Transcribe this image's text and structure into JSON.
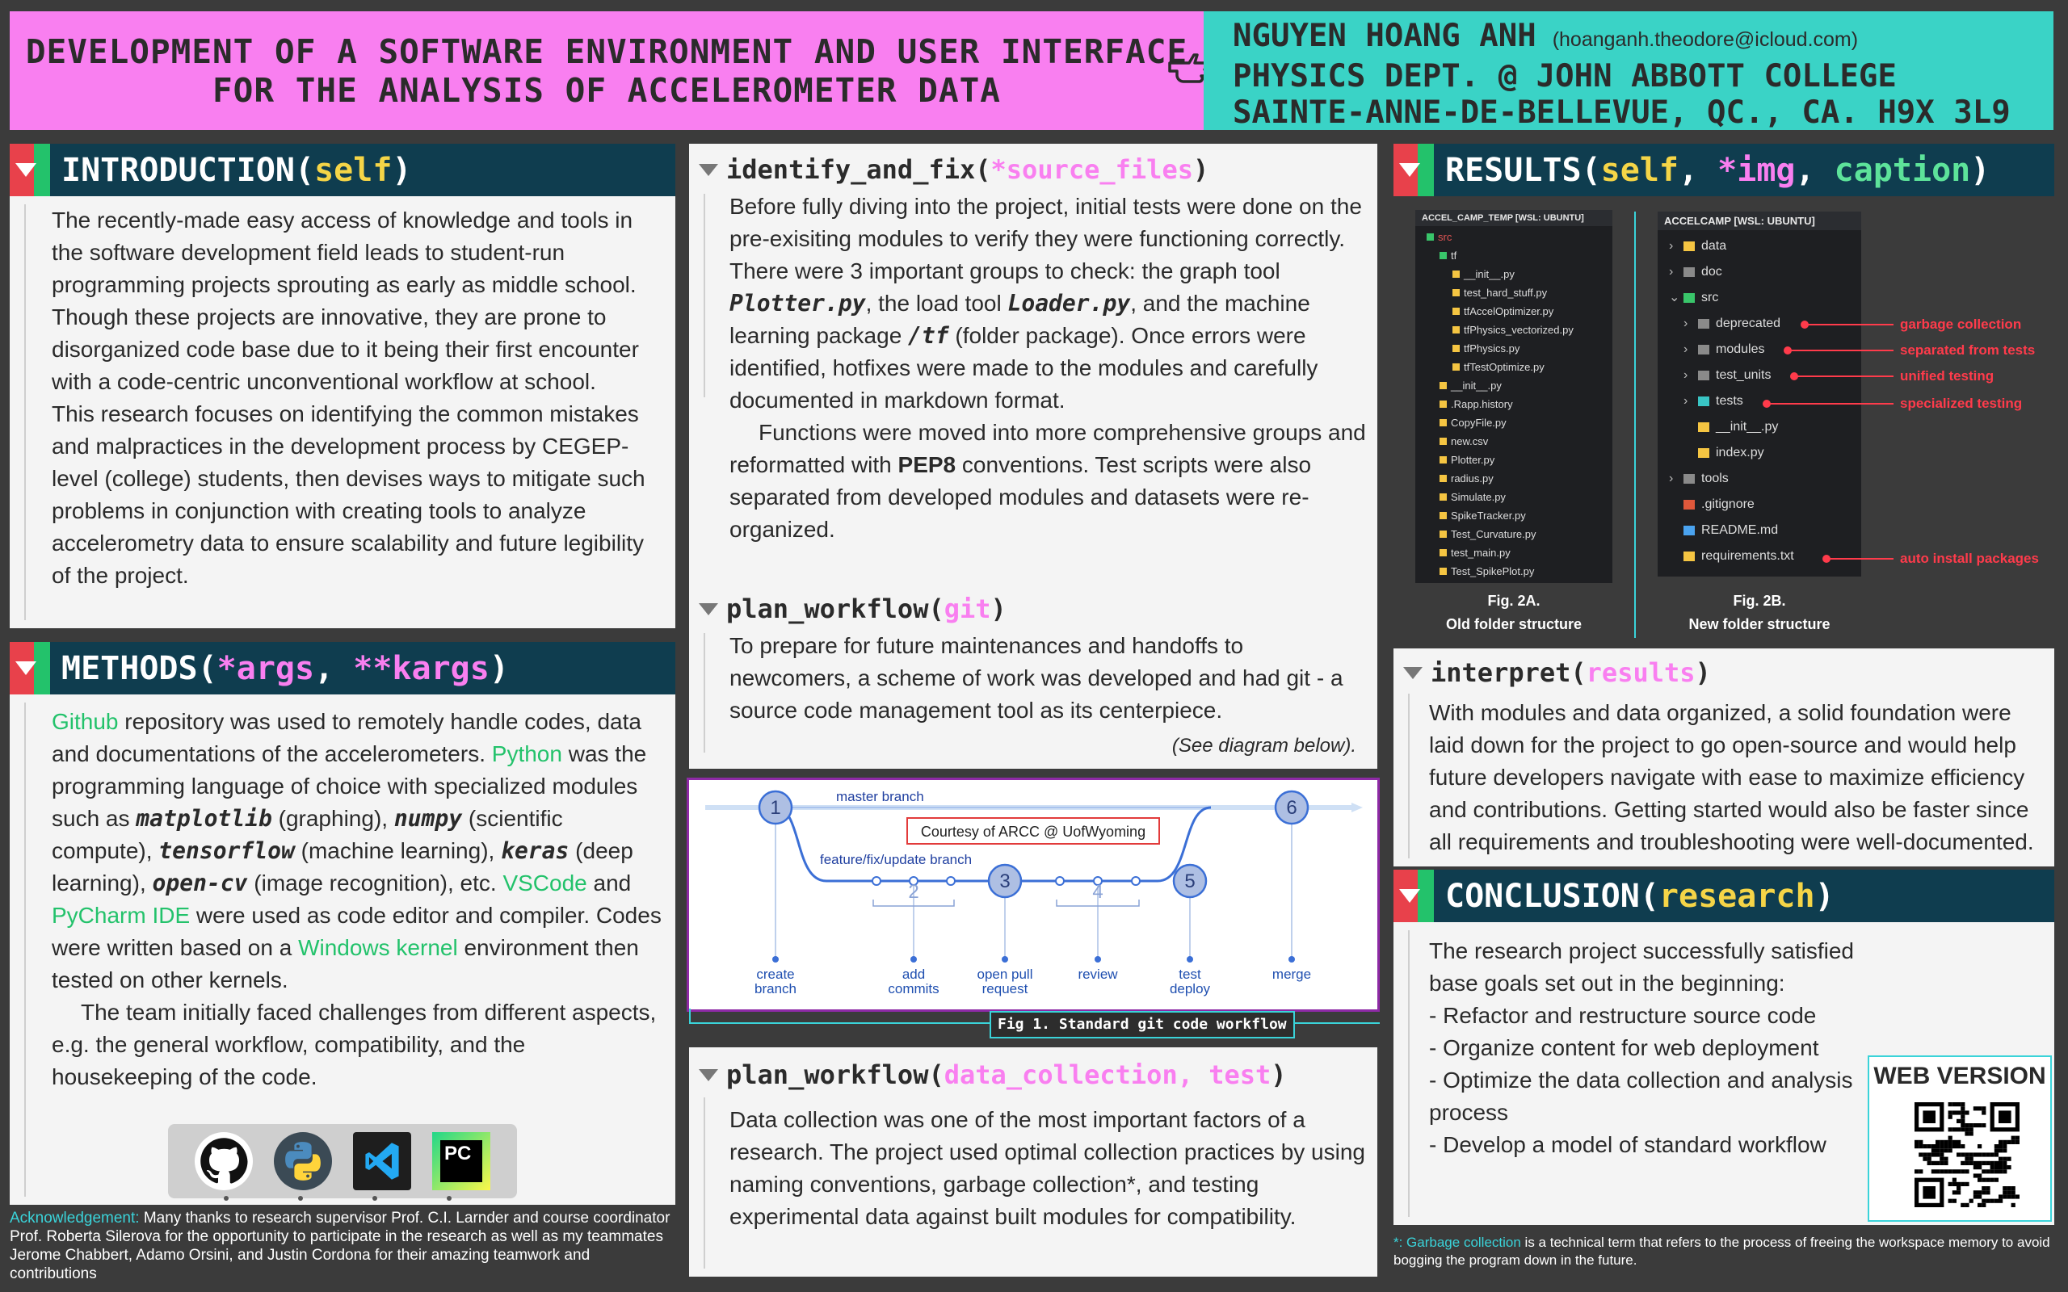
{
  "header": {
    "title_line1": "DEVELOPMENT OF A SOFTWARE ENVIRONMENT AND USER INTERFACE",
    "title_line2": "FOR THE ANALYSIS OF ACCELEROMETER DATA",
    "hand_icon": "pointing-hand-icon",
    "author": "NGUYEN HOANG ANH",
    "email": "(hoanganh.theodore@icloud.com)",
    "dept": "PHYSICS DEPT. @ JOHN ABBOTT COLLEGE",
    "address": "SAINTE-ANNE-DE-BELLEVUE, QC., CA. H9X 3L9"
  },
  "intro": {
    "fn": "INTRODUCTION(",
    "arg": "self",
    "close": ")",
    "p1": "The recently-made easy access of knowledge and tools in the software development field leads to student-run programming projects sprouting as early as middle school. Though these projects are innovative, they are prone to disorganized code base due to it being their first encounter with a code-centric unconventional workflow at school.",
    "p2": "This research focuses on identifying the common mistakes and malpractices in the development process by CEGEP-level (college) students, then devises ways to mitigate such problems in conjunction with creating tools to analyze accelerometry data to ensure scalability and future legibility of the project."
  },
  "methods": {
    "fn": "METHODS(",
    "arg1": "*args",
    "sep": ", ",
    "arg2": "**kargs",
    "close": ")",
    "t_github": "Github",
    "t1": " repository was used to remotely handle codes, data and documentations of the accelerometers. ",
    "t_python": "Python",
    "t2": " was the programming language of choice with specialized modules such as ",
    "t_matplotlib": "matplotlib",
    "t3": " (graphing), ",
    "t_numpy": "numpy",
    "t4": " (scientific compute), ",
    "t_tensorflow": "tensorflow",
    "t5": " (machine learning), ",
    "t_keras": "keras",
    "t6": " (deep learning), ",
    "t_opencv": "open-cv",
    "t7": " (image recognition), etc. ",
    "t_vscode": "VSCode",
    "t8": " and ",
    "t_pycharm": "PyCharm IDE",
    "t9": " were used as code editor and compiler. Codes were written based on a ",
    "t_windows": "Windows kernel",
    "t10": " environment then tested on other kernels.",
    "p2": "The team initially faced challenges from different aspects, e.g. the general workflow, compatibility, and the housekeeping of the code.",
    "logos": [
      "github-icon",
      "python-icon",
      "vscode-icon",
      "pycharm-icon"
    ],
    "pycharm_text": "PC"
  },
  "ack": {
    "label": "Acknowledgement:",
    "text": " Many thanks to research supervisor Prof. C.I. Larnder and course coordinator Prof. Roberta Silerova for the opportunity to participate in the research as well as my teammates Jerome Chabbert, Adamo Orsini, and Justin Cordona for their amazing teamwork and contributions"
  },
  "identify": {
    "fn": "identify_and_fix(",
    "arg": "*source_files",
    "close": ")",
    "t1": "Before fully diving into the project, initial tests were done on the pre-exisiting modules to verify they were functioning correctly. There were 3 important groups to check: the graph tool ",
    "t_plotter": "Plotter.py",
    "t2": ", the load tool ",
    "t_loader": "Loader.py",
    "t3": ", and the machine learning package ",
    "t_tf": "/tf",
    "t4": " (folder package). Once errors were identified, hotfixes were made to the modules and carefully documented in markdown format.",
    "t5": "Functions were moved into more comprehensive groups and reformatted with ",
    "t_pep8": "PEP8",
    "t6": " conventions. Test scripts were also separated from developed modules and datasets were re-organized."
  },
  "plan_git": {
    "fn": "plan_workflow(",
    "arg": "git",
    "close": ")",
    "text": "To prepare for future maintenances and handoffs to newcomers, a scheme of work was developed and had git - a source code management tool as its centerpiece.",
    "note": "(See diagram below)."
  },
  "git_diagram": {
    "master": "master branch",
    "feature": "feature/fix/update branch",
    "courtesy": "Courtesy of ARCC @ UofWyoming",
    "nodes": [
      "1",
      "2",
      "3",
      "4",
      "5",
      "6"
    ],
    "labels": {
      "create_a": "create",
      "create_b": "branch",
      "add_a": "add",
      "add_b": "commits",
      "pull_a": "open pull",
      "pull_b": "request",
      "review": "review",
      "test_a": "test",
      "test_b": "deploy",
      "merge": "merge"
    },
    "caption": "Fig 1. Standard git code workflow"
  },
  "plan_data": {
    "fn": "plan_workflow(",
    "arg": "data_collection, test",
    "close": ")",
    "text": "Data collection was one of the most important factors of a research. The project used optimal collection practices by using naming conventions, garbage collection*,  and testing experimental data against built modules for compatibility."
  },
  "results": {
    "fn": "RESULTS(",
    "a1": "self",
    "sep1": ", ",
    "a2": "*img",
    "sep2": ", ",
    "a3": "caption",
    "close": ")",
    "old_title": "ACCEL_CAMP_TEMP [WSL: UBUNTU]",
    "old_items": [
      "src",
      "tf",
      "__init__.py",
      "test_hard_stuff.py",
      "tfAccelOptimizer.py",
      "tfPhysics_vectorized.py",
      "tfPhysics.py",
      "tfTestOptimize.py",
      "__init__.py",
      ".Rapp.history",
      "CopyFile.py",
      "new.csv",
      "Plotter.py",
      "radius.py",
      "Simulate.py",
      "SpikeTracker.py",
      "Test_Curvature.py",
      "test_main.py",
      "Test_SpikePlot.py"
    ],
    "new_title": "ACCELCAMP [WSL: UBUNTU]",
    "new_items": [
      "data",
      "doc",
      "src",
      "deprecated",
      "modules",
      "test_units",
      "tests",
      "__init__.py",
      "index.py",
      "tools",
      ".gitignore",
      "README.md",
      "requirements.txt"
    ],
    "annotations": [
      "garbage collection",
      "separated from tests",
      "unified testing",
      "specialized testing",
      "auto install packages"
    ],
    "fig2a": "Fig. 2A.",
    "fig2a_cap": "Old folder structure",
    "fig2b": "Fig. 2B.",
    "fig2b_cap": "New folder structure"
  },
  "interpret": {
    "fn": "interpret(",
    "arg": "results",
    "close": ")",
    "text": "With modules and data organized, a solid foundation were laid down for the project to go open-source and would help future developers navigate with ease to maximize efficiency and contributions. Getting started would also be faster since all requirements and troubleshooting were well-documented."
  },
  "conclusion": {
    "fn": "CONCLUSION(",
    "arg": "research",
    "close": ")",
    "intro": "The research project successfully satisfied base goals set out in the beginning:",
    "items": [
      "- Refactor and restructure source code",
      "- Organize content for web deployment",
      "- Optimize the data collection and analysis process",
      "- Develop a model of standard workflow"
    ],
    "web": "WEB VERSION",
    "qr_icon": "qr-code-icon"
  },
  "footnote": {
    "label": "*: Garbage collection",
    "text": " is a technical term that refers to the process of freeing the workspace memory to avoid bogging the program down in the future."
  },
  "colors": {
    "pink": "#f97ff0",
    "teal": "#3ad3c6",
    "navy": "#0f3d4f",
    "green": "#23c26b",
    "red": "#e8414b",
    "yellow": "#f5d547",
    "annotation_red": "#ff3b4b"
  }
}
